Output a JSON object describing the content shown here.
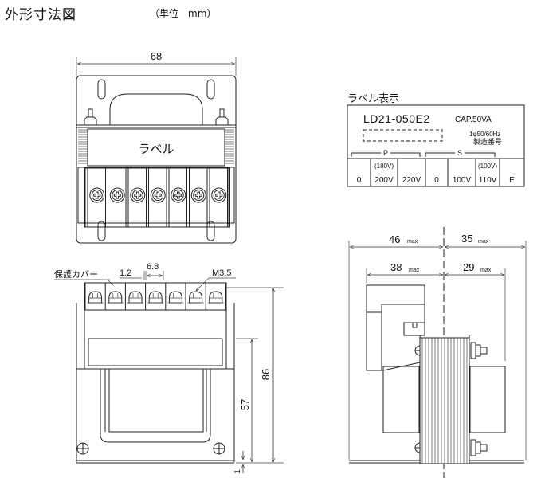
{
  "header": {
    "title": "外形寸法図",
    "unit": "（単位　mm）"
  },
  "front_top_view": {
    "width_dim": "68",
    "label_text": "ラベル",
    "terminal_count": 7
  },
  "front_view": {
    "cover_label": "保護カバー",
    "pitch_gap": "1.2",
    "pitch": "6.8",
    "screw": "M3.5",
    "height_total": "86",
    "height_mount": "57",
    "base_thickness": "1"
  },
  "label_display": {
    "heading": "ラベル表示",
    "model": "LD21-050E2",
    "capacity": "CAP.50VA",
    "phase_freq": "1φ50/60Hz",
    "serial_label": "製造番号",
    "primary_label": "P",
    "secondary_label": "S",
    "terminals": [
      {
        "sub": "",
        "value": "0"
      },
      {
        "sub": "(180V)",
        "value": "200V"
      },
      {
        "sub": "",
        "value": "220V"
      },
      {
        "sub": "",
        "value": "0"
      },
      {
        "sub": "",
        "value": "100V"
      },
      {
        "sub": "(100V)",
        "value": "110V"
      },
      {
        "sub": "",
        "value": "E"
      }
    ]
  },
  "side_view": {
    "dim_left_outer": "46",
    "dim_right_outer": "35",
    "dim_left_inner": "38",
    "dim_right_inner": "29",
    "max_suffix": "max"
  }
}
